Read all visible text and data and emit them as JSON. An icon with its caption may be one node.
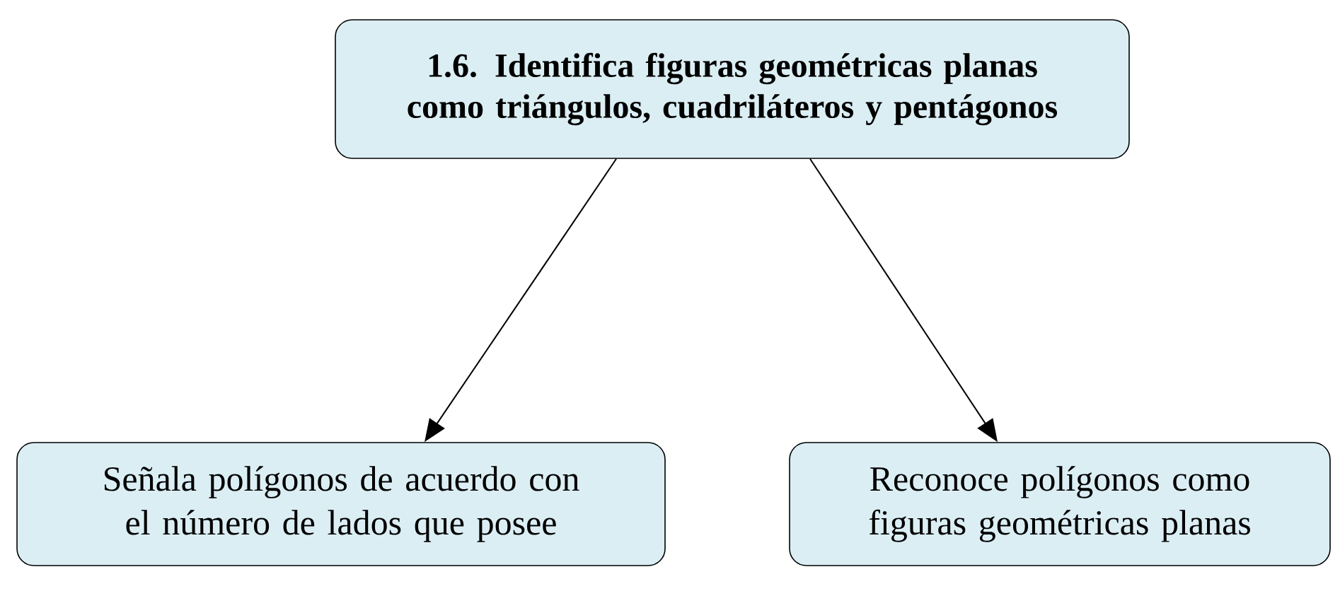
{
  "diagram": {
    "nodes": [
      {
        "text": [
          "1.6. Identifica figuras geométricas planas como triángulos, cuadriláteros y pentágonos"
        ]
      },
      {
        "text": [
          "Señala polígonos de acuerdo con el número de lados que posee"
        ]
      },
      {
        "text": [
          "Reconoce polígonos como figuras geométricas planas"
        ]
      }
    ],
    "edges": [
      {
        "from": 0,
        "to": 1,
        "arrow": "to"
      },
      {
        "from": 0,
        "to": 2,
        "arrow": "to"
      }
    ]
  }
}
